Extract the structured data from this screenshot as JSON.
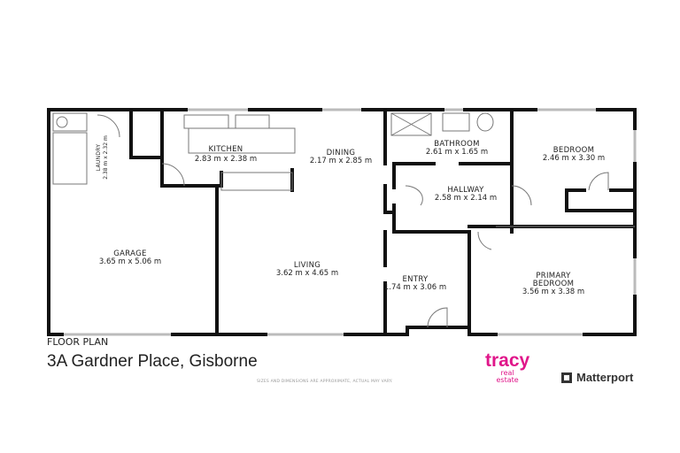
{
  "rooms": {
    "laundry": {
      "name": "LAUNDRY",
      "dims": "2.38 m x 2.32 m"
    },
    "kitchen": {
      "name": "KITCHEN",
      "dims": "2.83 m x 2.38 m"
    },
    "dining": {
      "name": "DINING",
      "dims": "2.17 m x 2.85 m"
    },
    "bathroom": {
      "name": "BATHROOM",
      "dims": "2.61 m x 1.65 m"
    },
    "bedroom": {
      "name": "BEDROOM",
      "dims": "2.46 m x 3.30 m"
    },
    "hallway": {
      "name": "HALLWAY",
      "dims": "2.58 m x 2.14 m"
    },
    "garage": {
      "name": "GARAGE",
      "dims": "3.65 m x 5.06 m"
    },
    "living": {
      "name": "LIVING",
      "dims": "3.62 m x 4.65 m"
    },
    "entry": {
      "name": "ENTRY",
      "dims": "1.74 m x 3.06 m"
    },
    "primary_bedroom": {
      "name_line1": "PRIMARY",
      "name_line2": "BEDROOM",
      "dims": "3.56 m x 3.38 m"
    }
  },
  "footer": {
    "floor_plan_label": "FLOOR PLAN",
    "address": "3A Gardner Place, Gisborne",
    "disclaimer": "SIZES AND DIMENSIONS ARE APPROXIMATE, ACTUAL MAY VARY.",
    "agency_logo": {
      "main": "tracy",
      "line2": "real",
      "line3": "estate",
      "color": "#e0168a"
    },
    "matterport_logo": "Matterport"
  }
}
